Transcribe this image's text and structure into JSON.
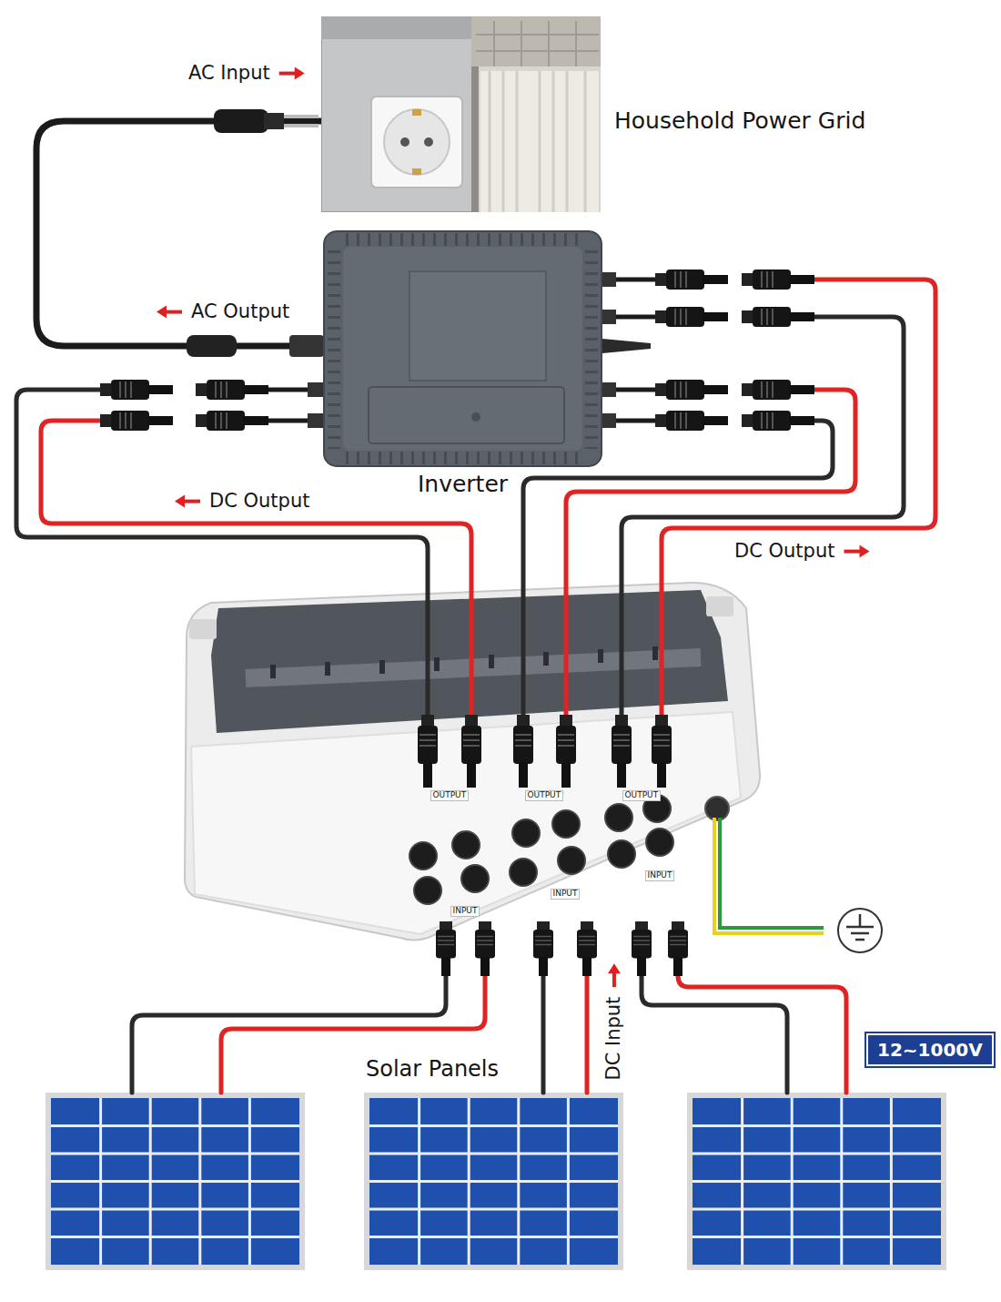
{
  "diagram": {
    "nodes": [
      {
        "text": [
          "Household Power Grid"
        ]
      },
      {
        "text": [
          "Inverter"
        ]
      },
      {
        "text": [
          "12~1000V"
        ]
      }
    ],
    "edges": [
      {
        "from": 0,
        "to": 1,
        "arrow": "none"
      }
    ],
    "labels": [
      "AC Input",
      "AC Output",
      "DC Output",
      "DC Output",
      "DC Input",
      "Solar Panels",
      "OUTPUT",
      "OUTPUT",
      "OUTPUT",
      "INPUT",
      "INPUT",
      "INPUT"
    ]
  }
}
